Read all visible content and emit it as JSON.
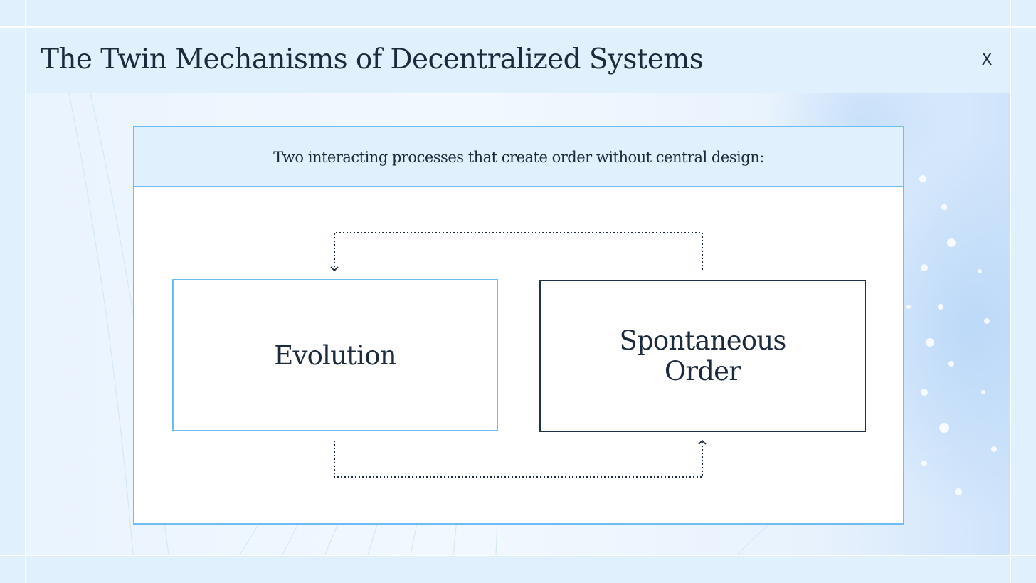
{
  "header": {
    "title": "The Twin Mechanisms of Decentralized Systems",
    "close_label": "X"
  },
  "diagram": {
    "subtitle": "Two interacting processes that create order without central design:",
    "nodes": [
      {
        "id": "evolution",
        "label": "Evolution"
      },
      {
        "id": "spontaneous_order",
        "label": "Spontaneous\nOrder"
      }
    ],
    "edges": [
      {
        "from": "spontaneous_order",
        "to": "evolution",
        "style": "dotted",
        "route": "top"
      },
      {
        "from": "evolution",
        "to": "spontaneous_order",
        "style": "dotted",
        "route": "bottom"
      }
    ]
  },
  "colors": {
    "background": "#e1f0fd",
    "accent_border": "#6cbdf3",
    "dark_border": "#1f3348",
    "text": "#1b2a3c"
  }
}
